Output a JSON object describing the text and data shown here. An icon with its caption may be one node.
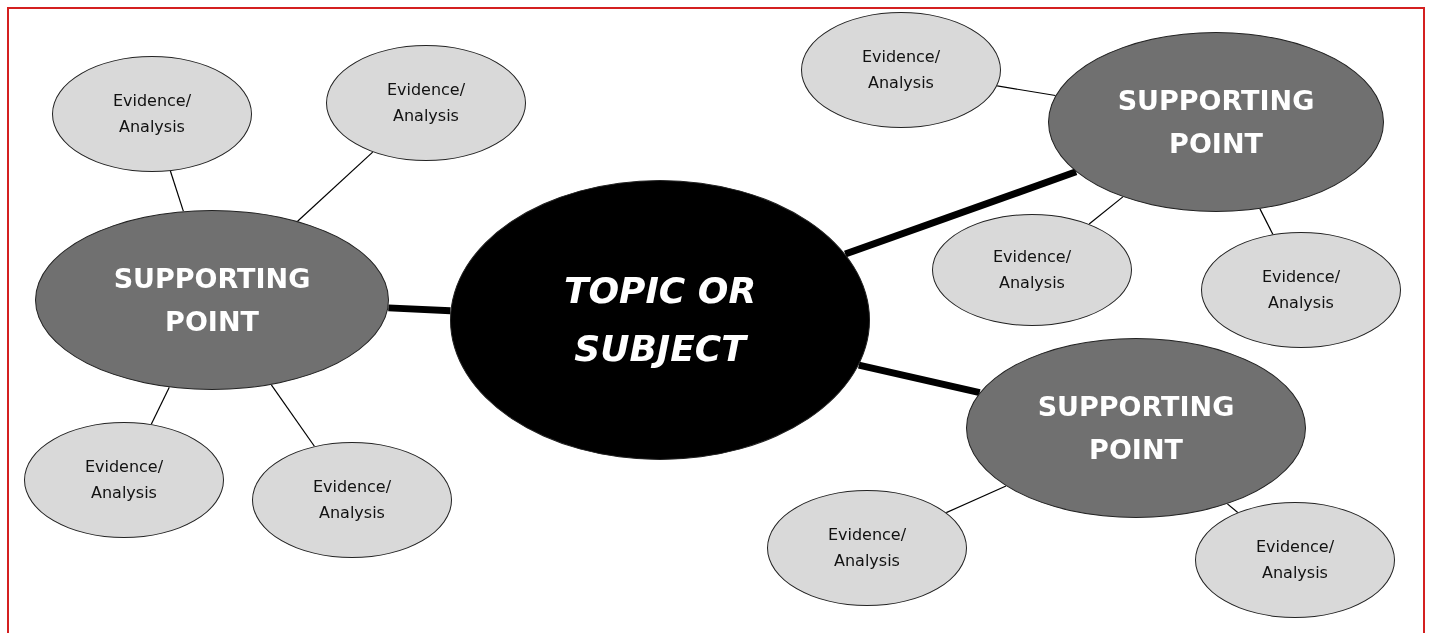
{
  "diagram": {
    "nodes": [
      {
        "text": [
          "TOPIC OR SUBJECT"
        ]
      },
      {
        "text": [
          "SUPPORTING POINT"
        ]
      },
      {
        "text": [
          "SUPPORTING POINT"
        ]
      },
      {
        "text": [
          "SUPPORTING POINT"
        ]
      },
      {
        "text": [
          "Evidence/ Analysis"
        ]
      },
      {
        "text": [
          "Evidence/ Analysis"
        ]
      },
      {
        "text": [
          "Evidence/ Analysis"
        ]
      },
      {
        "text": [
          "Evidence/ Analysis"
        ]
      },
      {
        "text": [
          "Evidence/ Analysis"
        ]
      },
      {
        "text": [
          "Evidence/ Analysis"
        ]
      },
      {
        "text": [
          "Evidence/ Analysis"
        ]
      },
      {
        "text": [
          "Evidence/ Analysis"
        ]
      },
      {
        "text": [
          "Evidence/ Analysis"
        ]
      }
    ],
    "edges": [
      {
        "from": 0,
        "to": 1,
        "arrow": "none",
        "style": "thick"
      },
      {
        "from": 0,
        "to": 2,
        "arrow": "none",
        "style": "thick"
      },
      {
        "from": 0,
        "to": 3,
        "arrow": "none",
        "style": "thick"
      },
      {
        "from": 1,
        "to": 4,
        "arrow": "none"
      },
      {
        "from": 1,
        "to": 5,
        "arrow": "none"
      },
      {
        "from": 1,
        "to": 6,
        "arrow": "none"
      },
      {
        "from": 1,
        "to": 7,
        "arrow": "none"
      },
      {
        "from": 2,
        "to": 8,
        "arrow": "none"
      },
      {
        "from": 2,
        "to": 9,
        "arrow": "none"
      },
      {
        "from": 2,
        "to": 10,
        "arrow": "none"
      },
      {
        "from": 3,
        "to": 11,
        "arrow": "none"
      },
      {
        "from": 3,
        "to": 12,
        "arrow": "none"
      }
    ]
  }
}
